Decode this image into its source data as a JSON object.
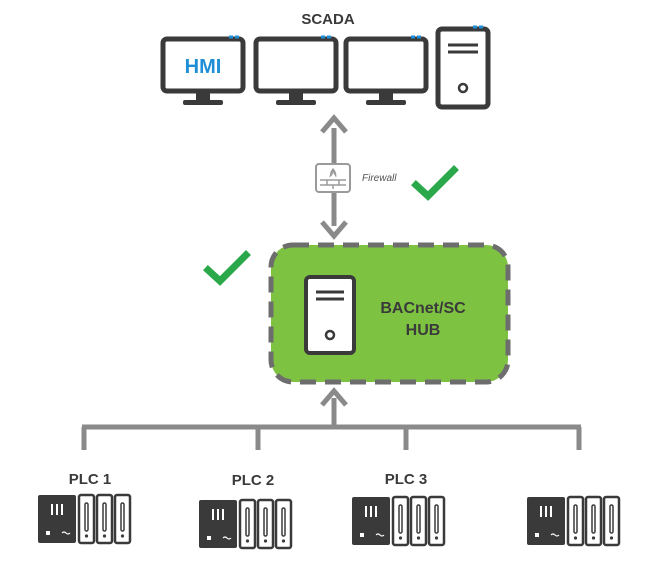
{
  "scada": {
    "title": "SCADA",
    "hmi_label": "HMI"
  },
  "firewall": {
    "label": "Firewall"
  },
  "hub": {
    "line1": "BACnet/SC",
    "line2": "HUB"
  },
  "plcs": [
    {
      "label": "PLC 1"
    },
    {
      "label": "PLC 2"
    },
    {
      "label": "PLC 3"
    },
    {
      "label": ""
    }
  ],
  "colors": {
    "hub_fill": "#7ec242",
    "hub_border": "#6d6d6d",
    "check": "#2aa84a",
    "line": "#8a8a8a",
    "device": "#3a3a3a",
    "accent": "#1e8fd6"
  },
  "icons": {
    "check": "check-icon",
    "server": "server-icon",
    "monitor": "monitor-icon",
    "firewall": "firewall-icon",
    "plc": "plc-icon"
  }
}
